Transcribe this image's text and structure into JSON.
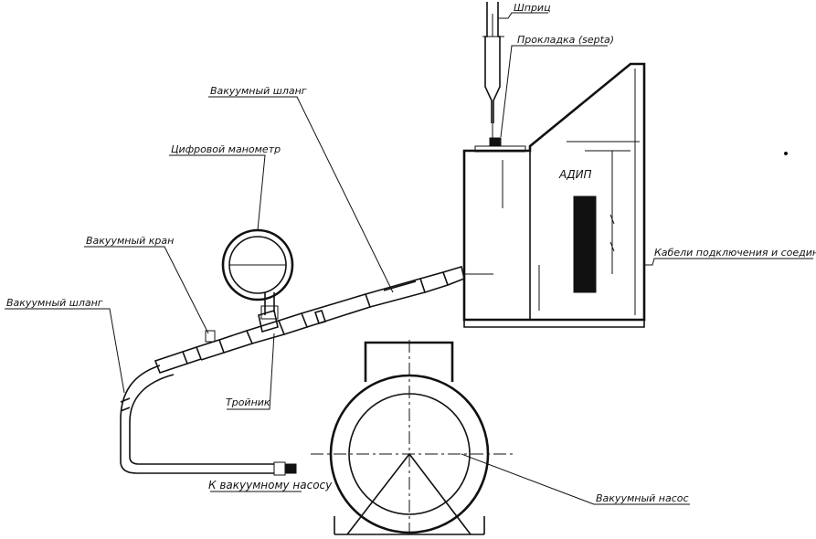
{
  "labels": {
    "syringe": "Шприц",
    "septum": "Прокладка (septa)",
    "vacuum_hose_top": "Вакуумный шланг",
    "digital_gauge": "Цифровой манометр",
    "vacuum_valve": "Вакуумный кран",
    "vacuum_hose_left": "Вакуумный шланг",
    "tee": "Тройник",
    "to_pump": "К вакуумному насосу",
    "device": "АДИП",
    "cable": "Кабели подключения и соединения",
    "vacuum_pump": "Вакуумный насос"
  }
}
